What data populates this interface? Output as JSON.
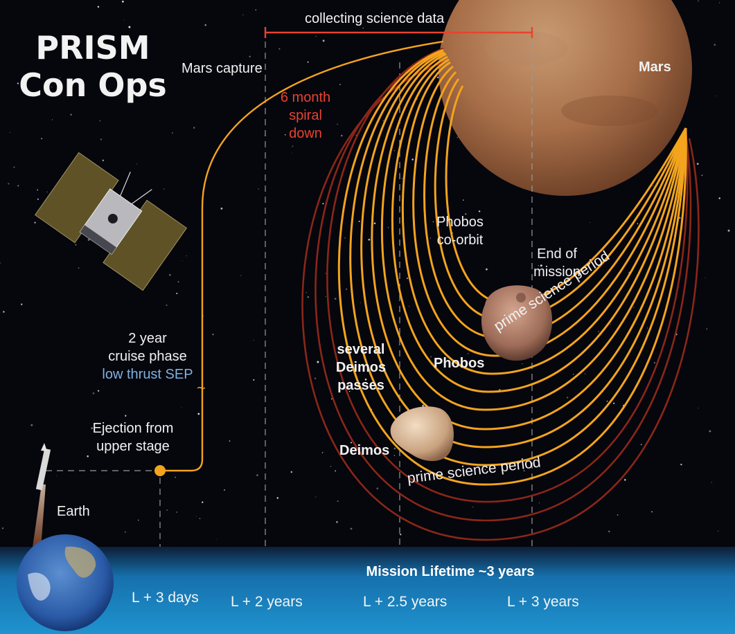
{
  "title": {
    "line1": "PRISM",
    "line2": "Con Ops"
  },
  "top_span": {
    "label": "collecting science data"
  },
  "phases": {
    "mars_capture": "Mars capture",
    "spiral": {
      "line1": "6 month",
      "line2": "spiral",
      "line3": "down"
    },
    "cruise": {
      "line1": "2 year",
      "line2": "cruise phase",
      "line3": "low thrust SEP"
    },
    "cruise_break_mark": "~",
    "ejection": {
      "line1": "Ejection from",
      "line2": "upper stage"
    },
    "phobos_coorbit": {
      "line1": "Phobos",
      "line2": "co-orbit"
    },
    "end_of_mission": {
      "line1": "End of",
      "line2": "mission"
    },
    "deimos_passes": {
      "line1": "several",
      "line2": "Deimos",
      "line3": "passes"
    }
  },
  "bodies": {
    "mars": "Mars",
    "phobos": "Phobos",
    "deimos": "Deimos",
    "earth": "Earth"
  },
  "science_periods": {
    "phobos": "prime science period",
    "deimos": "prime science period"
  },
  "timeline": {
    "lifetime_label": "Mission Lifetime ~3 years",
    "ticks": [
      "L + 3 days",
      "L + 2 years",
      "L + 2.5 years",
      "L + 3 years"
    ]
  },
  "colors": {
    "orbit_orange": "#f3a41d",
    "orbit_dark_red": "#8a2717",
    "span_red": "#e8432f",
    "timeline_blue": "#1f93cf",
    "space": "#06060d"
  }
}
